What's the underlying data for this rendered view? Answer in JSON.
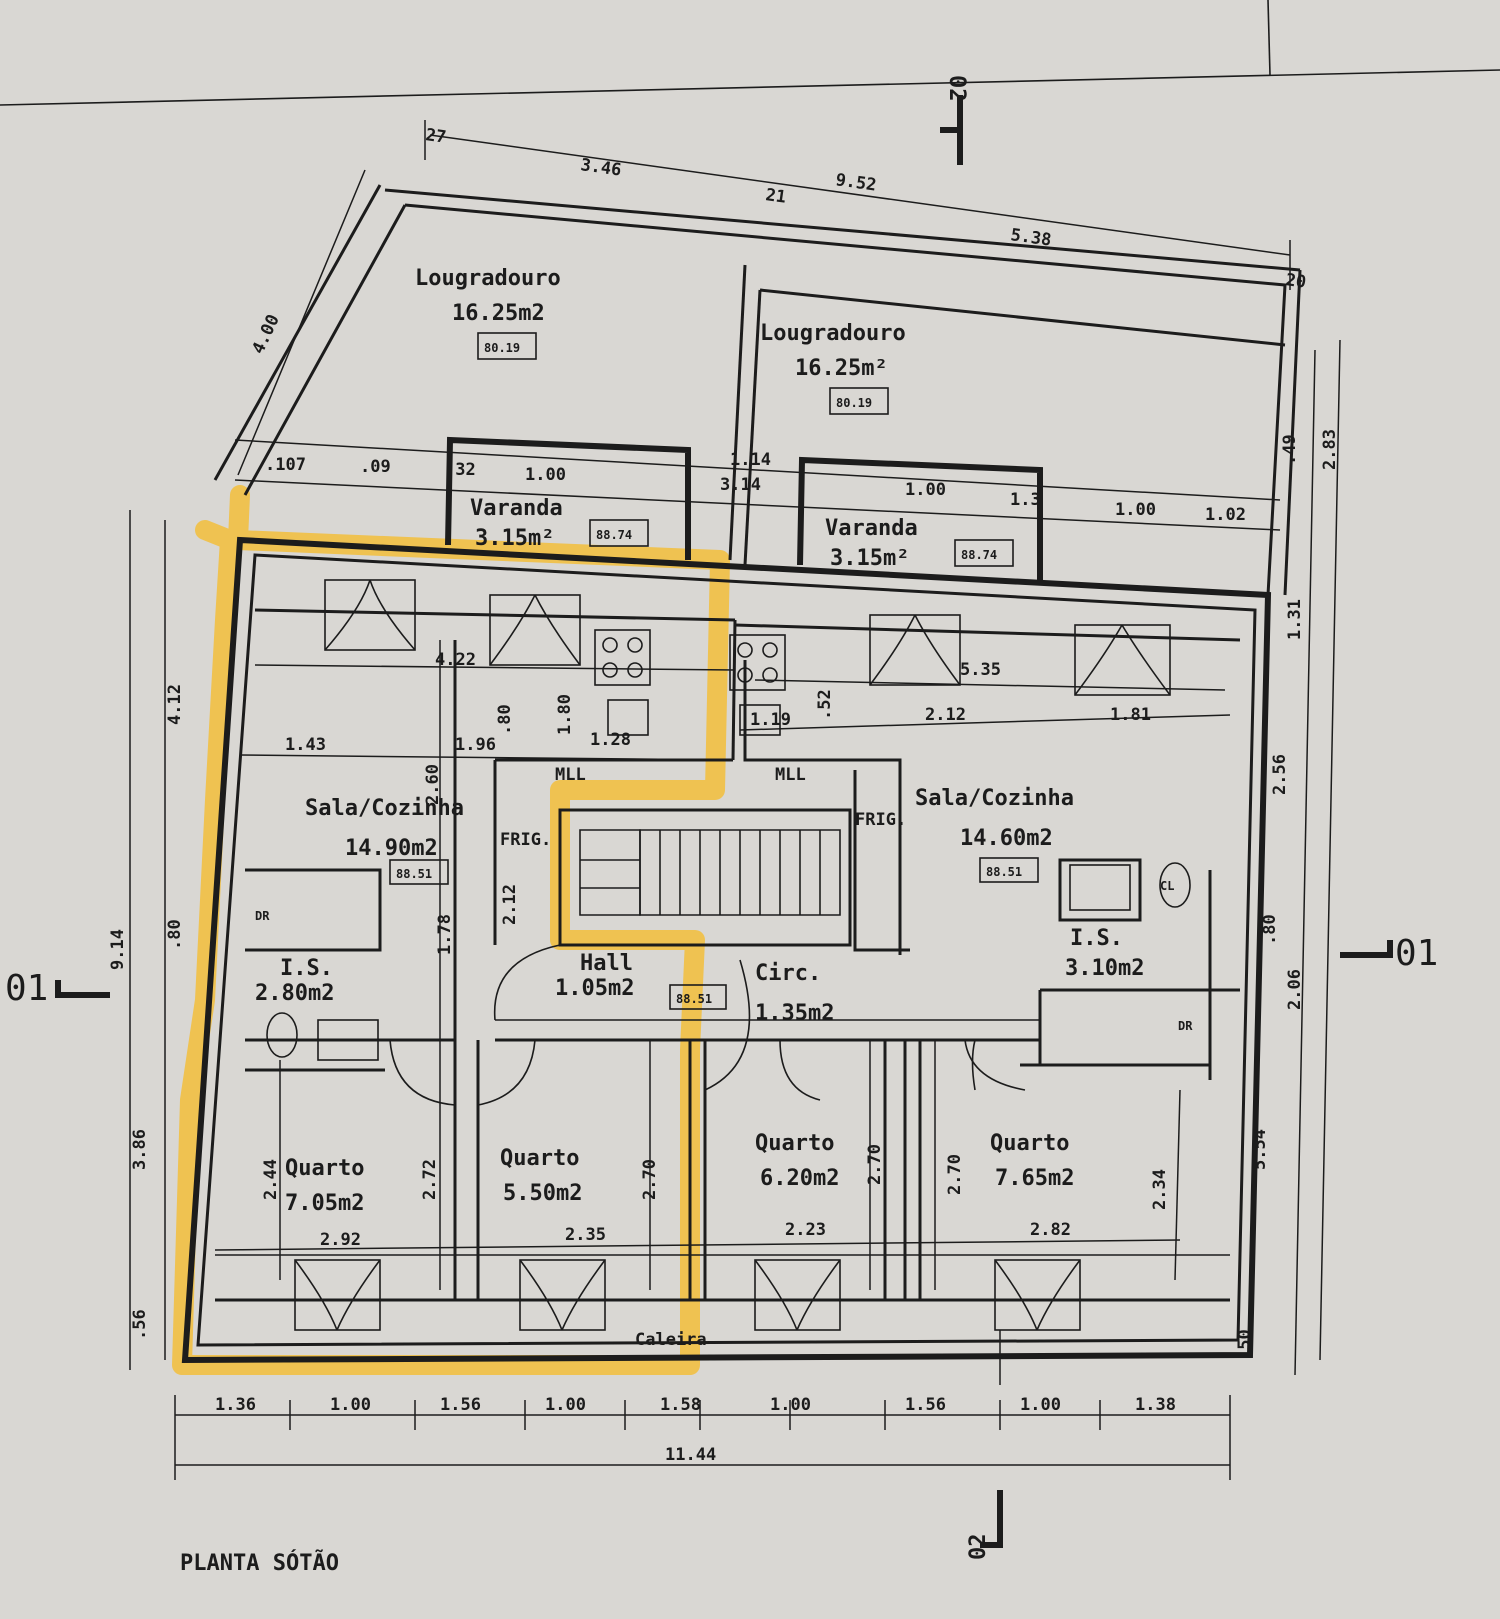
{
  "drawing": {
    "title": "PLANTA SÓTÃO"
  },
  "section_marks": {
    "m01": "01",
    "m02": "02"
  },
  "highlight_color": "#f2be3a",
  "rooms": {
    "lougradouro_left": {
      "name": "Lougradouro",
      "area": "16.25m2",
      "code": "80.19"
    },
    "lougradouro_right": {
      "name": "Lougradouro",
      "area": "16.25m²",
      "code": "80.19"
    },
    "varanda_left": {
      "name": "Varanda",
      "area": "3.15m²",
      "code": "88.74"
    },
    "varanda_right": {
      "name": "Varanda",
      "area": "3.15m²",
      "code": "88.74"
    },
    "sala_left": {
      "name": "Sala/Cozinha",
      "area": "14.90m2",
      "code": "88.51"
    },
    "sala_right": {
      "name": "Sala/Cozinha",
      "area": "14.60m2",
      "code": "88.51"
    },
    "is_left": {
      "name": "I.S.",
      "area": "2.80m2"
    },
    "is_right": {
      "name": "I.S.",
      "area": "3.10m2"
    },
    "hall": {
      "name": "Hall",
      "area": "1.05m2",
      "code": "88.51"
    },
    "circ": {
      "name": "Circ.",
      "area": "1.35m2"
    },
    "quarto_1": {
      "name": "Quarto",
      "area": "7.05m2"
    },
    "quarto_2": {
      "name": "Quarto",
      "area": "5.50m2"
    },
    "quarto_3": {
      "name": "Quarto",
      "area": "6.20m2"
    },
    "quarto_4": {
      "name": "Quarto",
      "area": "7.65m2"
    }
  },
  "fixtures": {
    "mll": "MLL",
    "frig": "FRIG.",
    "caleira": "Caleira",
    "dr": "DR",
    "cl": "CL"
  },
  "dimensions": {
    "bottom_row": [
      "1.36",
      "1.00",
      "1.56",
      "1.00",
      "1.58",
      "1.00",
      "1.56",
      "1.00",
      "1.38"
    ],
    "total": "11.44",
    "top": [
      "27",
      "3.46",
      "9.52",
      "21",
      "5.38",
      "20"
    ],
    "oblique_left": "4.00",
    "upper_row": [
      ".107",
      ".09",
      ".32",
      "1.00",
      "1.14",
      "3.14",
      "1.00",
      "1.3",
      "1.00",
      "1.02"
    ],
    "left_vertical": [
      "4.12",
      "9.14",
      ".80",
      "3.86",
      ".56"
    ],
    "right_vertical": [
      ".49",
      "2.83",
      "1.31",
      "2.56",
      ".80",
      "2.06",
      "5.54",
      ".50"
    ],
    "interior": [
      "4.22",
      "5.35",
      "1.43",
      "1.96",
      ".80",
      "1.80",
      "1.28",
      "1.19",
      ".52",
      "2.12",
      "1.81",
      "2.60",
      "1.78",
      "2.12",
      "2.44",
      "2.72",
      "2.70",
      "2.70",
      "2.70",
      "2.34",
      "2.92",
      "2.35",
      "2.23",
      "2.82"
    ]
  }
}
